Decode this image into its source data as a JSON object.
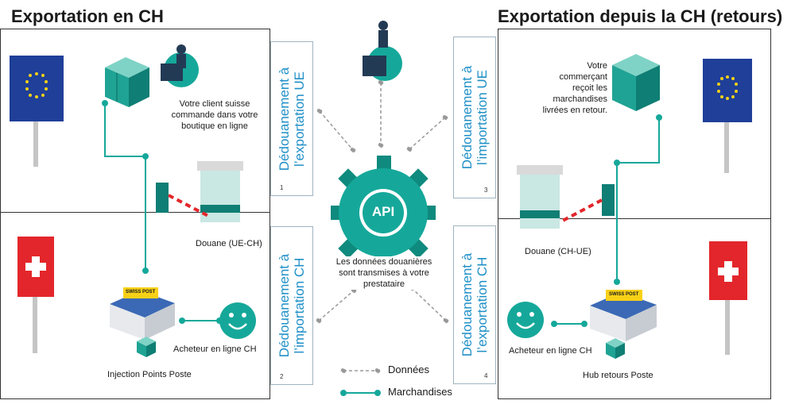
{
  "left": {
    "title": "Exportation en CH",
    "client_text": [
      "Votre client suisse",
      "commande dans votre",
      "boutique en ligne"
    ],
    "customs": "Douane (UE-CH)",
    "buyer": "Acheteur en ligne CH",
    "injection": "Injection Points Poste",
    "swiss_post": "SWISS POST"
  },
  "right": {
    "title": "Exportation depuis la CH (retours)",
    "merchant_text": [
      "Votre",
      "commerçant",
      "reçoit les",
      "marchandises",
      "livrées en retour."
    ],
    "customs": "Douane (CH-UE)",
    "buyer": "Acheteur en ligne CH",
    "hub": "Hub retours Poste",
    "swiss_post": "SWISS POST"
  },
  "steps": [
    {
      "lines": [
        "Dédouanement à",
        "l’exportation UE"
      ],
      "num": "1"
    },
    {
      "lines": [
        "Dédouanement à",
        "l’importation CH"
      ],
      "num": "2"
    },
    {
      "lines": [
        "Dédouanement à",
        "l’importation UE"
      ],
      "num": "3"
    },
    {
      "lines": [
        "Dédouanement à",
        "l’exportation CH"
      ],
      "num": "4"
    }
  ],
  "api": {
    "label": "API",
    "caption": [
      "Les données douanières",
      "sont transmises à votre",
      "prestataire"
    ]
  },
  "legend": {
    "data": "Données",
    "goods": "Marchandises"
  },
  "colors": {
    "teal": "#15a89a",
    "dashed_gray": "#999999",
    "step_blue": "#1f90c7",
    "eu_blue": "#1f3f99",
    "ch_red": "#e3262b"
  }
}
